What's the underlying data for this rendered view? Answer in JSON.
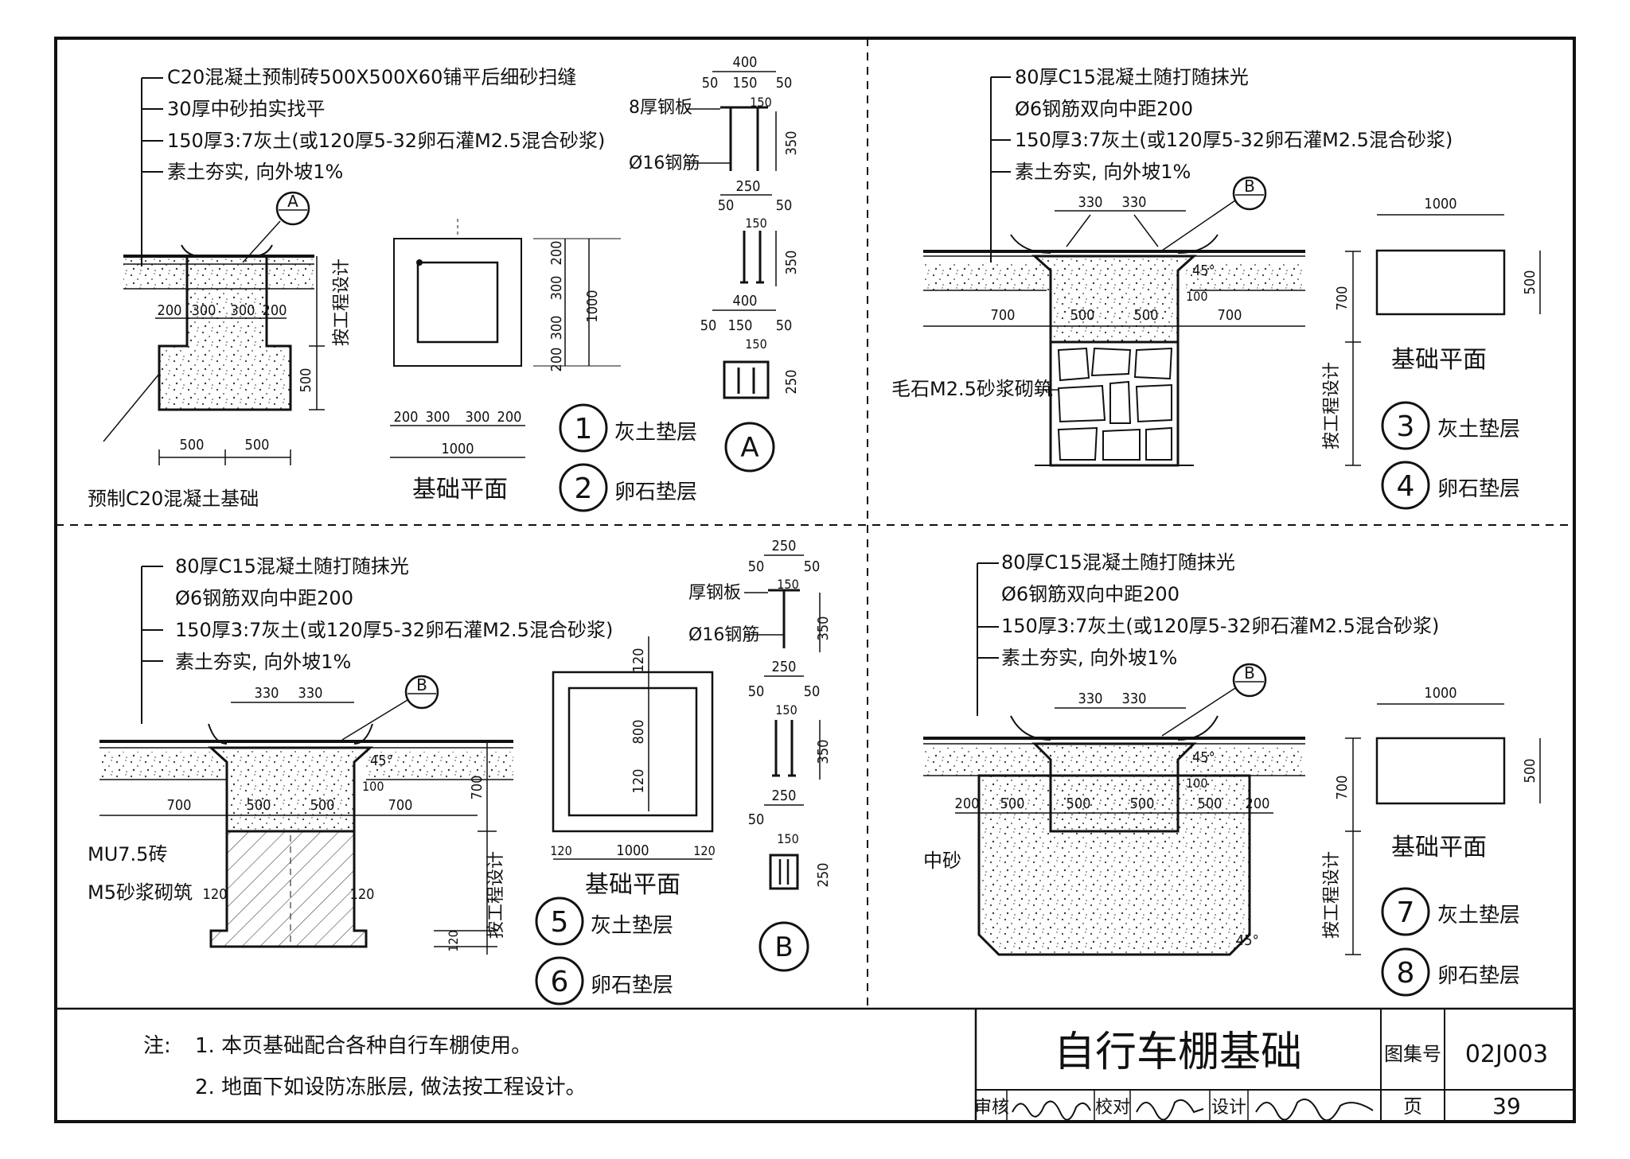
{
  "panel1": {
    "layers": [
      "C20混凝土预制砖500X500X60铺平后细砂扫缝",
      "30厚中砂拍实找平",
      "150厚3:7灰土(或120厚5-32卵石灌M2.5混合砂浆)",
      "素土夯实, 向外坡1%"
    ],
    "section_marker": "A",
    "by_design": "按工程设计",
    "base_label": "预制C20混凝土基础",
    "dims": {
      "d200": "200",
      "d300": "300",
      "d500": "500",
      "d1000": "1000",
      "d400": "400",
      "d50": "50",
      "d150": "150",
      "d350": "350",
      "d250": "250"
    },
    "plan_title": "基础平面",
    "plate_label": "8厚钢板",
    "rebar_label": "Ø16钢筋",
    "detail_label": "A",
    "legend": [
      {
        "num": "1",
        "text": "灰土垫层"
      },
      {
        "num": "2",
        "text": "卵石垫层"
      }
    ]
  },
  "panel2": {
    "layers": [
      "80厚C15混凝土随打随抹光",
      "Ø6钢筋双向中距200",
      "150厚3:7灰土(或120厚5-32卵石灌M2.5混合砂浆)",
      "素土夯实, 向外坡1%"
    ],
    "section_marker": "B",
    "masonry_label": "毛石M2.5砂浆砌筑",
    "by_design": "按工程设计",
    "dims": {
      "d330": "330",
      "d700": "700",
      "d500": "500",
      "d100": "100",
      "d1000": "1000",
      "angle": "45°"
    },
    "plan_title": "基础平面",
    "legend": [
      {
        "num": "3",
        "text": "灰土垫层"
      },
      {
        "num": "4",
        "text": "卵石垫层"
      }
    ]
  },
  "panel3": {
    "layers": [
      "80厚C15混凝土随打随抹光",
      "Ø6钢筋双向中距200",
      "150厚3:7灰土(或120厚5-32卵石灌M2.5混合砂浆)",
      "素土夯实, 向外坡1%"
    ],
    "section_marker": "B",
    "brick_label": "MU7.5砖",
    "mortar_label": "M5砂浆砌筑",
    "by_design": "按工程设计",
    "dims": {
      "d330": "330",
      "d700": "700",
      "d500": "500",
      "d100": "100",
      "d120": "120",
      "d800": "800",
      "d1000": "1000",
      "d250": "250",
      "d50": "50",
      "d150": "150",
      "d350": "350",
      "angle": "45°"
    },
    "plan_title": "基础平面",
    "plate_label": "厚钢板",
    "rebar_label": "Ø16钢筋",
    "detail_label": "B",
    "legend": [
      {
        "num": "5",
        "text": "灰土垫层"
      },
      {
        "num": "6",
        "text": "卵石垫层"
      }
    ]
  },
  "panel4": {
    "layers": [
      "80厚C15混凝土随打随抹光",
      "Ø6钢筋双向中距200",
      "150厚3:7灰土(或120厚5-32卵石灌M2.5混合砂浆)",
      "素土夯实, 向外坡1%"
    ],
    "section_marker": "B",
    "sand_label": "中砂",
    "by_design": "按工程设计",
    "dims": {
      "d330": "330",
      "d200": "200",
      "d500": "500",
      "d100": "100",
      "d700": "700",
      "d1000": "1000",
      "angle": "45°"
    },
    "plan_title": "基础平面",
    "legend": [
      {
        "num": "7",
        "text": "灰土垫层"
      },
      {
        "num": "8",
        "text": "卵石垫层"
      }
    ]
  },
  "notes": {
    "label": "注:",
    "items": [
      "1. 本页基础配合各种自行车棚使用。",
      "2. 地面下如设防冻胀层, 做法按工程设计。"
    ]
  },
  "title_block": {
    "title": "自行车棚基础",
    "atlas_label": "图集号",
    "atlas_no": "02J003",
    "review_label": "审核",
    "check_label": "校对",
    "design_label": "设计",
    "page_label": "页",
    "page_no": "39"
  }
}
